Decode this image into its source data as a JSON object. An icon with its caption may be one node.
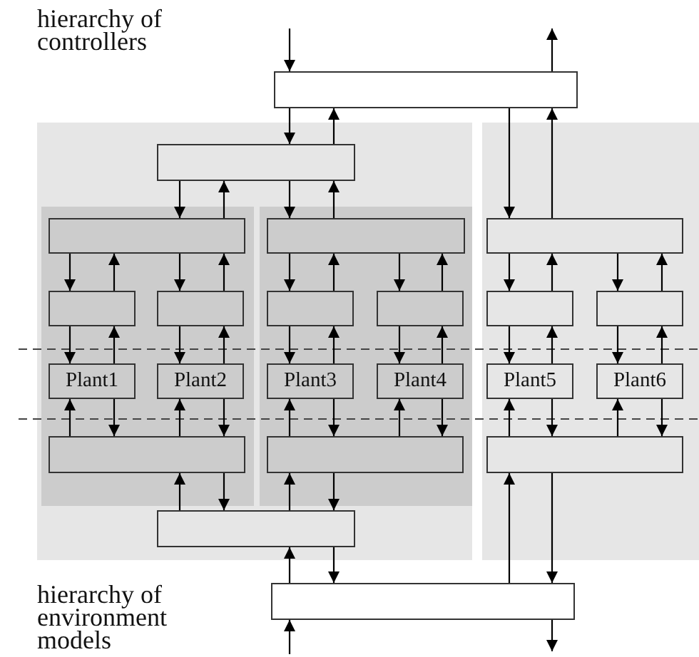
{
  "diagram": {
    "nodes": [
      {
        "text": [],
        "shape": "box"
      },
      {
        "text": [],
        "shape": "box"
      },
      {
        "text": [],
        "shape": "box",
        "in": 1
      },
      {
        "text": [],
        "shape": "box",
        "in": 1
      },
      {
        "text": [],
        "shape": "box",
        "in": 1
      },
      {
        "text": [],
        "shape": "box"
      },
      {
        "text": [],
        "shape": "box",
        "in": 3
      },
      {
        "text": [],
        "shape": "box",
        "in": 4
      },
      {
        "text": [],
        "shape": "box",
        "in": 5
      },
      {
        "text": [],
        "shape": "box",
        "in": 3
      },
      {
        "text": [],
        "shape": "box",
        "in": 3
      },
      {
        "text": [],
        "shape": "box",
        "in": 4
      },
      {
        "text": [],
        "shape": "box",
        "in": 4
      },
      {
        "text": [],
        "shape": "box",
        "in": 5
      },
      {
        "text": [],
        "shape": "box",
        "in": 5
      },
      {
        "text": [
          "Plant1"
        ],
        "in": 3
      },
      {
        "text": [
          "Plant2"
        ],
        "in": 3
      },
      {
        "text": [
          "Plant3"
        ],
        "in": 4
      },
      {
        "text": [
          "Plant4"
        ],
        "in": 4
      },
      {
        "text": [
          "Plant5"
        ],
        "in": 5
      },
      {
        "text": [
          "Plant6"
        ],
        "in": 5
      },
      {
        "text": [],
        "shape": "box",
        "in": 3
      },
      {
        "text": [],
        "shape": "box",
        "in": 4
      },
      {
        "text": [],
        "shape": "box",
        "in": 5
      },
      {
        "text": [],
        "shape": "box",
        "in": 1
      },
      {
        "text": [],
        "shape": "box"
      }
    ],
    "edges": [
      {
        "from": null,
        "to": 0,
        "arrow": "to"
      },
      {
        "from": 0,
        "to": null,
        "arrow": "to"
      },
      {
        "from": 0,
        "to": 2,
        "arrow": "to"
      },
      {
        "from": 2,
        "to": 0,
        "arrow": "to"
      },
      {
        "from": 0,
        "to": 8,
        "arrow": "to"
      },
      {
        "from": 8,
        "to": 0,
        "arrow": "to"
      },
      {
        "from": 2,
        "to": 6,
        "arrow": "to"
      },
      {
        "from": 6,
        "to": 2,
        "arrow": "to"
      },
      {
        "from": 2,
        "to": 7,
        "arrow": "to"
      },
      {
        "from": 7,
        "to": 2,
        "arrow": "to"
      },
      {
        "from": 6,
        "to": 9,
        "arrow": "to"
      },
      {
        "from": 9,
        "to": 6,
        "arrow": "to"
      },
      {
        "from": 6,
        "to": 10,
        "arrow": "to"
      },
      {
        "from": 10,
        "to": 6,
        "arrow": "to"
      },
      {
        "from": 7,
        "to": 11,
        "arrow": "to"
      },
      {
        "from": 11,
        "to": 7,
        "arrow": "to"
      },
      {
        "from": 7,
        "to": 12,
        "arrow": "to"
      },
      {
        "from": 12,
        "to": 7,
        "arrow": "to"
      },
      {
        "from": 8,
        "to": 13,
        "arrow": "to"
      },
      {
        "from": 13,
        "to": 8,
        "arrow": "to"
      },
      {
        "from": 8,
        "to": 14,
        "arrow": "to"
      },
      {
        "from": 14,
        "to": 8,
        "arrow": "to"
      },
      {
        "from": 9,
        "to": 15,
        "arrow": "to"
      },
      {
        "from": 15,
        "to": 9,
        "arrow": "to"
      },
      {
        "from": 10,
        "to": 16,
        "arrow": "to"
      },
      {
        "from": 16,
        "to": 10,
        "arrow": "to"
      },
      {
        "from": 11,
        "to": 17,
        "arrow": "to"
      },
      {
        "from": 17,
        "to": 11,
        "arrow": "to"
      },
      {
        "from": 12,
        "to": 18,
        "arrow": "to"
      },
      {
        "from": 18,
        "to": 12,
        "arrow": "to"
      },
      {
        "from": 13,
        "to": 19,
        "arrow": "to"
      },
      {
        "from": 19,
        "to": 13,
        "arrow": "to"
      },
      {
        "from": 14,
        "to": 20,
        "arrow": "to"
      },
      {
        "from": 20,
        "to": 14,
        "arrow": "to"
      },
      {
        "from": 21,
        "to": 15,
        "arrow": "to"
      },
      {
        "from": 15,
        "to": 21,
        "arrow": "to"
      },
      {
        "from": 21,
        "to": 16,
        "arrow": "to"
      },
      {
        "from": 16,
        "to": 21,
        "arrow": "to"
      },
      {
        "from": 22,
        "to": 17,
        "arrow": "to"
      },
      {
        "from": 17,
        "to": 22,
        "arrow": "to"
      },
      {
        "from": 22,
        "to": 18,
        "arrow": "to"
      },
      {
        "from": 18,
        "to": 22,
        "arrow": "to"
      },
      {
        "from": 23,
        "to": 19,
        "arrow": "to"
      },
      {
        "from": 19,
        "to": 23,
        "arrow": "to"
      },
      {
        "from": 23,
        "to": 20,
        "arrow": "to"
      },
      {
        "from": 20,
        "to": 23,
        "arrow": "to"
      },
      {
        "from": 24,
        "to": 21,
        "arrow": "to"
      },
      {
        "from": 21,
        "to": 24,
        "arrow": "to"
      },
      {
        "from": 24,
        "to": 22,
        "arrow": "to"
      },
      {
        "from": 22,
        "to": 24,
        "arrow": "to"
      },
      {
        "from": 25,
        "to": 24,
        "arrow": "to"
      },
      {
        "from": 24,
        "to": 25,
        "arrow": "to"
      },
      {
        "from": 25,
        "to": 23,
        "arrow": "to"
      },
      {
        "from": 23,
        "to": 25,
        "arrow": "to"
      },
      {
        "from": null,
        "to": 25,
        "arrow": "to"
      },
      {
        "from": 25,
        "to": null,
        "arrow": "to"
      }
    ],
    "labels": [
      "hierarchy of controllers",
      "hierarchy of environment models"
    ]
  }
}
